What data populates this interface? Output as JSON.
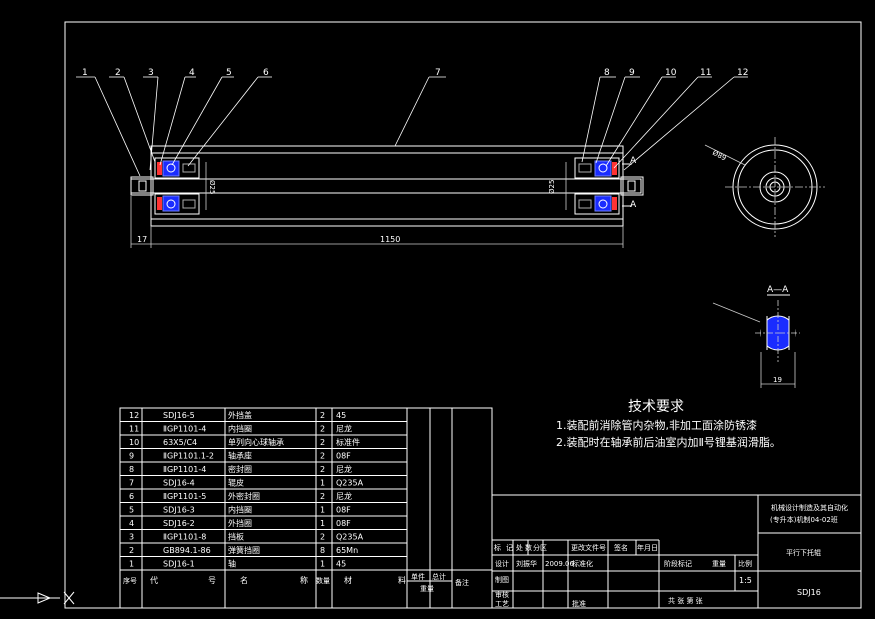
{
  "balloons": [
    "1",
    "2",
    "3",
    "4",
    "5",
    "6",
    "7",
    "8",
    "9",
    "10",
    "11",
    "12"
  ],
  "dimensions": {
    "left_offset": "17",
    "overall_length": "1150",
    "inner_dia_left": "Ø25",
    "inner_dia_right": "Ø25",
    "end_dia": "Ø89",
    "section_size": "19"
  },
  "section_marks": {
    "top": "A",
    "bottom": "A",
    "title": "A—A"
  },
  "tech_requirements": {
    "title": "技术要求",
    "items": [
      "1.装配前消除管内杂物,非加工面涂防锈漆",
      "2.装配时在轴承前后油室内加Ⅱ号锂基润滑脂。"
    ]
  },
  "bom": [
    {
      "no": "12",
      "code": "SDJ16-5",
      "name": "外挡盖",
      "qty": "2",
      "material": "45"
    },
    {
      "no": "11",
      "code": "ⅡGP1101-4",
      "name": "内挡圈",
      "qty": "2",
      "material": "尼龙"
    },
    {
      "no": "10",
      "code": "63X5/C4",
      "name": "单列向心球轴承",
      "qty": "2",
      "material": "标准件"
    },
    {
      "no": "9",
      "code": "ⅡGP1101.1-2",
      "name": "轴承座",
      "qty": "2",
      "material": "08F"
    },
    {
      "no": "8",
      "code": "ⅡGP1101-4",
      "name": "密封圈",
      "qty": "2",
      "material": "尼龙"
    },
    {
      "no": "7",
      "code": "SDJ16-4",
      "name": "辊皮",
      "qty": "1",
      "material": "Q235A"
    },
    {
      "no": "6",
      "code": "ⅡGP1101-5",
      "name": "外密封圈",
      "qty": "2",
      "material": "尼龙"
    },
    {
      "no": "5",
      "code": "SDJ16-3",
      "name": "内挡圈",
      "qty": "1",
      "material": "08F"
    },
    {
      "no": "4",
      "code": "SDJ16-2",
      "name": "外挡圈",
      "qty": "1",
      "material": "08F"
    },
    {
      "no": "3",
      "code": "ⅡGP1101-8",
      "name": "挡板",
      "qty": "2",
      "material": "Q235A"
    },
    {
      "no": "2",
      "code": "GB894.1-86",
      "name": "弹簧挡圈",
      "qty": "8",
      "material": "65Mn"
    },
    {
      "no": "1",
      "code": "SDJ16-1",
      "name": "轴",
      "qty": "1",
      "material": "45"
    }
  ],
  "bom_header": {
    "no": "序号",
    "code": "代",
    "code2": "号",
    "name": "名",
    "name2": "称",
    "qty": "数量",
    "material": "材",
    "material2": "料",
    "unit": "单件",
    "total": "总计",
    "weight": "重量",
    "note": "备注"
  },
  "title_block": {
    "school": "机械设计制造及其自动化",
    "class": "(专升本)机制04-02班",
    "drawing_name": "平行下托辊",
    "drawing_no": "SDJ16",
    "scale": "1:5",
    "scale_label": "比例",
    "stage_label": "阶段标记",
    "weight_label": "重量",
    "sheets": "共  张  第  张",
    "rev_headers": [
      "标",
      "记",
      "处",
      "数",
      "分区",
      "更改文件号",
      "签名",
      "年月日"
    ],
    "rows": [
      {
        "role": "设计",
        "name": "刘振华",
        "date": "2009.06",
        "extra": "标准化"
      },
      {
        "role": "制图",
        "name": "",
        "date": "",
        "extra": ""
      },
      {
        "role": "审核",
        "name": "",
        "date": "",
        "extra": ""
      },
      {
        "role": "工艺",
        "name": "",
        "date": "",
        "extra": "批准"
      }
    ]
  },
  "colors": {
    "background": "#000000",
    "lines": "#ffffff",
    "leaders": "#ffffff",
    "bearing": "#2233ff",
    "seal": "#ff3333",
    "text_highlight": "#ffff66"
  }
}
